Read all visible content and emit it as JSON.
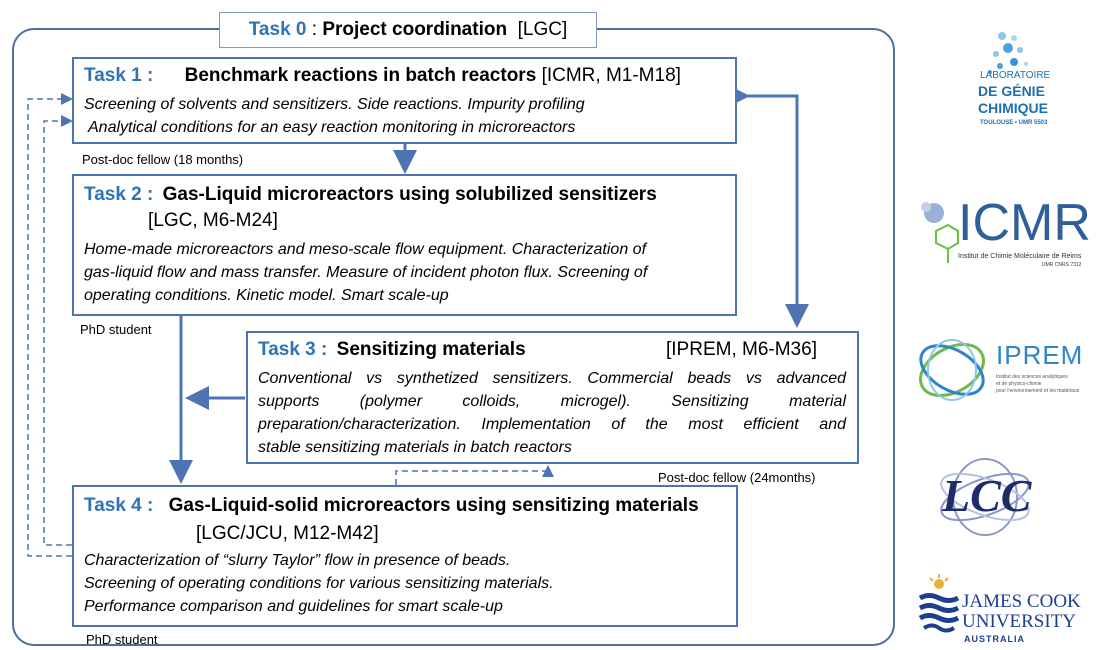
{
  "task0": {
    "label": "Task 0",
    "sep": " : ",
    "title": "Project coordination",
    "partner": "[LGC]"
  },
  "tasks": [
    {
      "label": "Task 1",
      "title": "Benchmark reactions in batch reactors",
      "meta": "[ICMR, M1-M18]",
      "lines": [
        "Screening of solvents and sensitizers. Side reactions. Impurity profiling",
        "Analytical conditions for an easy reaction monitoring in microreactors"
      ]
    },
    {
      "label": "Task  2",
      "title": "Gas-Liquid microreactors using solubilized sensitizers",
      "meta": "[LGC, M6-M24]",
      "lines": [
        "Home-made microreactors and meso-scale flow equipment. Characterization of",
        "gas-liquid flow and mass transfer. Measure of incident photon flux. Screening of",
        "operating conditions. Kinetic model. Smart scale-up"
      ]
    },
    {
      "label": "Task  3",
      "title": "Sensitizing materials",
      "meta": "[IPREM, M6-M36]",
      "lines": [
        "Conventional vs synthetized sensitizers. Commercial beads vs advanced",
        "supports (polymer colloids, microgel). Sensitizing material",
        "preparation/characterization. Implementation of the most efficient and",
        "stable sensitizing materials in batch reactors"
      ]
    },
    {
      "label": "Task  4",
      "title": "Gas-Liquid-solid microreactors using sensitizing materials",
      "meta": "[LGC/JCU, M12-M42]",
      "lines": [
        "Characterization of “slurry Taylor” flow in presence of beads.",
        "Screening of operating conditions for various sensitizing materials.",
        "Performance comparison and guidelines for smart scale-up"
      ]
    }
  ],
  "staff": {
    "task1": "Post-doc fellow (18 months)",
    "task2": "PhD student",
    "task3": "Post-doc fellow (24months)",
    "task4": "PhD student"
  },
  "logos": {
    "lgc": [
      "LABORATOIRE",
      "DE GÉNIE",
      "CHIMIQUE",
      "TOULOUSE • UMR 5503"
    ],
    "icmr": [
      "ICMR",
      "Institut de Chimie Moléculaire de Reims",
      "UMR CNRS 7312"
    ],
    "iprem": [
      "IPREM",
      "Institut des sciences analytiques",
      "et de physico-chimie",
      "pour l'environnement et les matériaux"
    ],
    "lcc": "LCC",
    "jcu": [
      "JAMES COOK",
      "UNIVERSITY",
      "AUSTRALIA"
    ]
  },
  "colors": {
    "frame": "#4e6f99",
    "box": "#4f74b3",
    "task_label": "#2e74b5",
    "arrow": "#4f74b3"
  }
}
